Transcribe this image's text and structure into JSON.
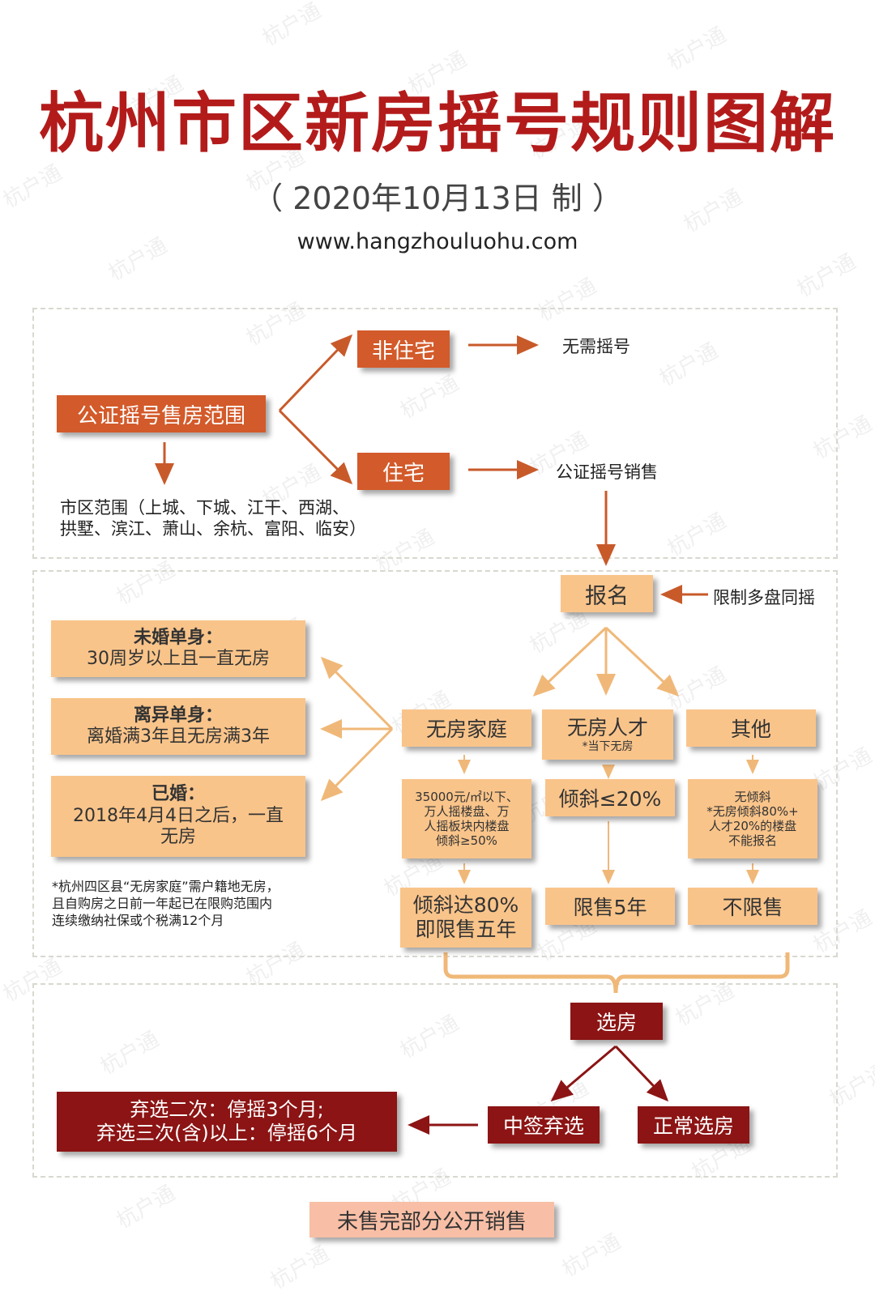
{
  "title": "杭州市区新房摇号规则图解",
  "subtitle": "（ 2020年10月13日 制 ）",
  "url": "www.hangzhouluohu.com",
  "watermark": "杭户通",
  "colors": {
    "title_red": "#b31b1b",
    "dark_orange": "#d35a2a",
    "light_orange": "#f9c48a",
    "dark_red": "#8c1414",
    "salmon": "#f8bfa6",
    "arrow_dark": "#c85a2a",
    "arrow_light": "#f0b878"
  },
  "section1": {
    "scope_box": "公证摇号售房范围",
    "scope_text_line1": "市区范围（上城、下城、江干、西湖、",
    "scope_text_line2": "拱墅、滨江、萧山、余杭、富阳、临安）",
    "non_residential": "非住宅",
    "no_lottery": "无需摇号",
    "residential": "住宅",
    "notary_sale": "公证摇号销售"
  },
  "section2": {
    "signup": "报名",
    "signup_note": "限制多盘同摇",
    "single_title": "未婚单身：",
    "single_desc": "30周岁以上且一直无房",
    "divorced_title": "离异单身：",
    "divorced_desc": "离婚满3年且无房满3年",
    "married_title": "已婚：",
    "married_desc_line1": "2018年4月4日之后，一直",
    "married_desc_line2": "无房",
    "footnote_line1": "*杭州四区县“无房家庭”需户籍地无房，",
    "footnote_line2": "且自购房之日前一年起已在限购范围内",
    "footnote_line3": "连续缴纳社保或个税满12个月",
    "cat_no_house_family": "无房家庭",
    "cat_talent": "无房人才",
    "cat_talent_note": "*当下无房",
    "cat_other": "其他",
    "family_rule_line1": "35000元/㎡以下、",
    "family_rule_line2": "万人摇楼盘、万",
    "family_rule_line3": "人摇板块内楼盘",
    "family_rule_line4": "倾斜≥50%",
    "talent_rule": "倾斜≤20%",
    "other_rule_line1": "无倾斜",
    "other_rule_line2": "*无房倾斜80%+",
    "other_rule_line3": "人才20%的楼盘",
    "other_rule_line4": "不能报名",
    "family_result_line1": "倾斜达80%",
    "family_result_line2": "即限售五年",
    "talent_result": "限售5年",
    "other_result": "不限售"
  },
  "section3": {
    "choose_house": "选房",
    "abandon_after_win": "中签弃选",
    "normal_choose": "正常选房",
    "penalty_line1": "弃选二次：停摇3个月;",
    "penalty_line2": "弃选三次(含)以上：停摇6个月"
  },
  "footer_box": "未售完部分公开销售"
}
